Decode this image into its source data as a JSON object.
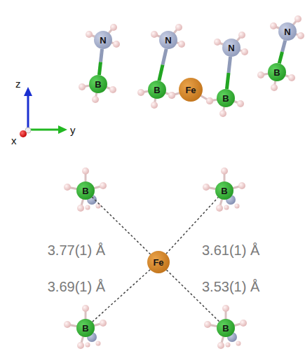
{
  "diagram": {
    "nodes": [
      {
        "text": [
          "N"
        ]
      },
      {
        "text": [
          "B"
        ]
      },
      {
        "text": [
          "N"
        ]
      },
      {
        "text": [
          "B"
        ]
      },
      {
        "text": [
          "Fe"
        ]
      },
      {
        "text": [
          "N"
        ]
      },
      {
        "text": [
          "B"
        ]
      },
      {
        "text": [
          "N"
        ]
      },
      {
        "text": [
          "B"
        ]
      },
      {
        "text": [
          "B"
        ]
      },
      {
        "text": [
          "B"
        ]
      },
      {
        "text": [
          "Fe"
        ]
      },
      {
        "text": [
          "B"
        ]
      },
      {
        "text": [
          "B"
        ]
      }
    ],
    "edges": [
      {
        "from": 0,
        "to": 1,
        "arrow": "none"
      },
      {
        "from": 2,
        "to": 3,
        "arrow": "none"
      },
      {
        "from": 5,
        "to": 6,
        "arrow": "none"
      },
      {
        "from": 7,
        "to": 8,
        "arrow": "none"
      },
      {
        "from": 11,
        "to": 9,
        "arrow": "none"
      },
      {
        "from": 11,
        "to": 10,
        "arrow": "none"
      },
      {
        "from": 11,
        "to": 12,
        "arrow": "none"
      },
      {
        "from": 11,
        "to": 13,
        "arrow": "none"
      }
    ],
    "labels": [
      "z",
      "y",
      "x",
      "3.77(1) Å",
      "3.61(1) Å",
      "3.69(1) Å",
      "3.53(1) Å"
    ]
  }
}
